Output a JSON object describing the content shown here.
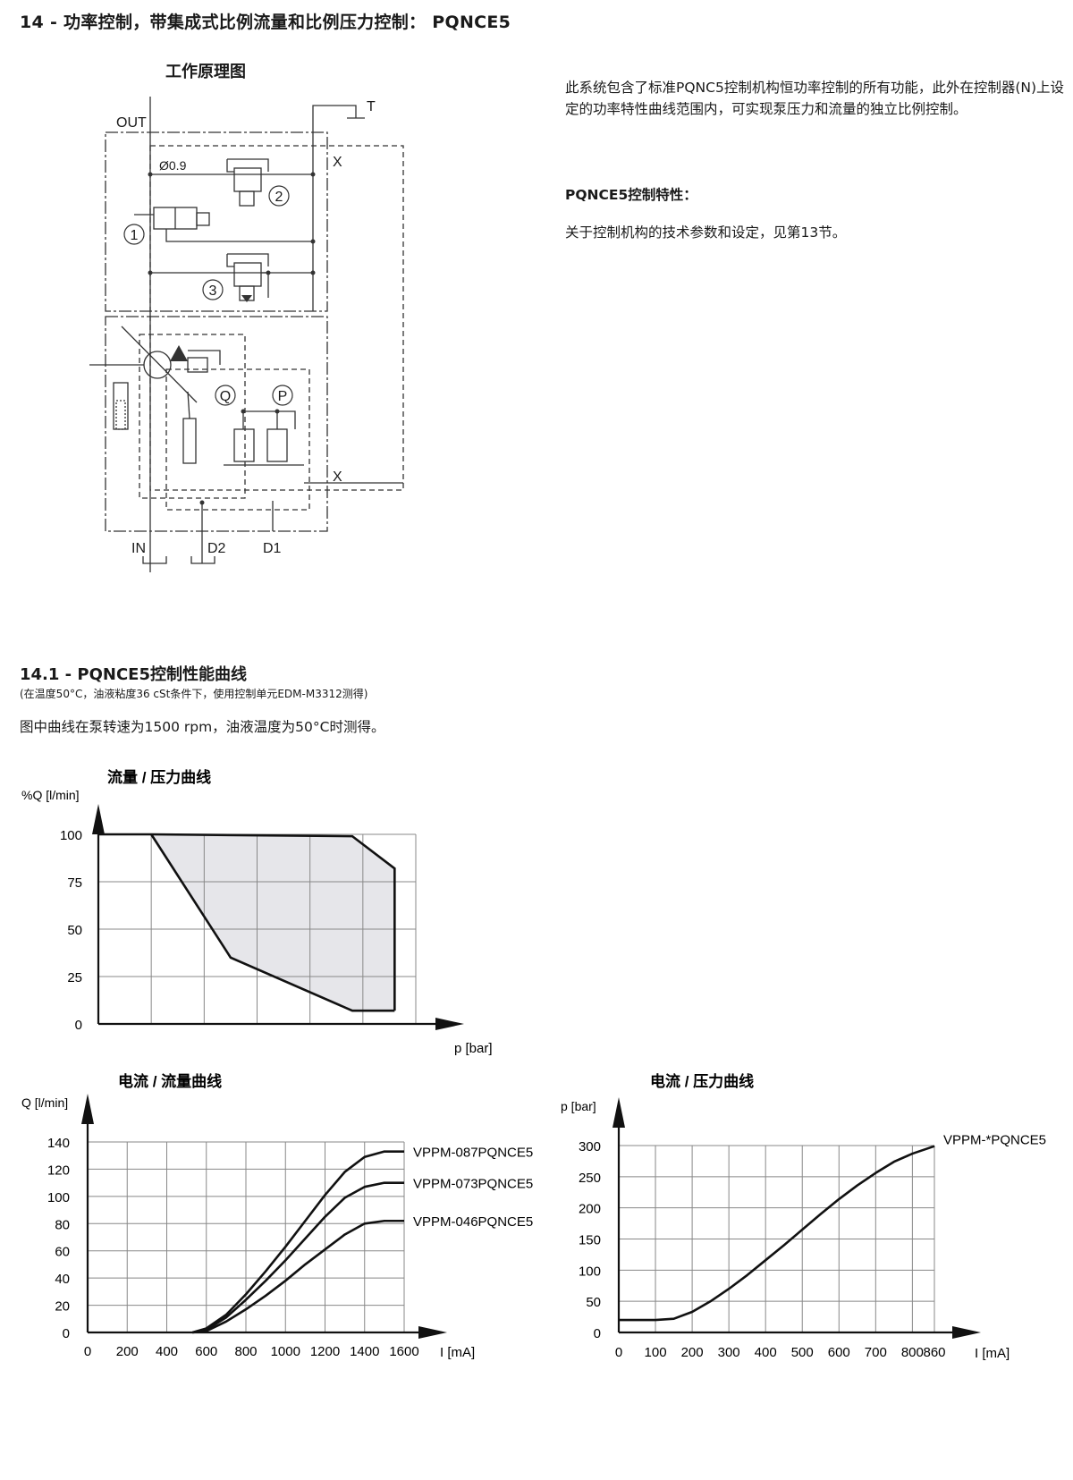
{
  "header": {
    "title": "14 - 功率控制，带集成式比例流量和比例压力控制： PQNCE5"
  },
  "diagram": {
    "title": "工作原理图",
    "labels": {
      "out": "OUT",
      "t": "T",
      "x_top": "X",
      "x_bottom": "X",
      "orifice": "Ø0.9",
      "in": "IN",
      "d2": "D2",
      "d1": "D1",
      "n1": "1",
      "n2": "2",
      "n3": "3",
      "q": "Q",
      "p": "P"
    }
  },
  "description": {
    "text": "此系统包含了标准PQNC5控制机构恒功率控制的所有功能，此外在控制器(N)上设定的功率特性曲线范围内，可实现泵压力和流量的独立比例控制。",
    "features_heading": "PQNCE5控制特性：",
    "features_text": "关于控制机构的技术参数和设定，见第13节。"
  },
  "section": {
    "heading": "14.1 - PQNCE5控制性能曲线",
    "note": "(在温度50°C，油液粘度36 cSt条件下，使用控制单元EDM-M3312测得)",
    "text": "图中曲线在泵转速为1500 rpm，油液温度为50°C时测得。"
  },
  "chart_data": [
    {
      "type": "area",
      "title": "流量 / 压力曲线",
      "ylabel": "%Q [l/min]",
      "xlabel": "p [bar]",
      "ylim": [
        0,
        100
      ],
      "yticks": [
        0,
        25,
        50,
        75,
        100
      ],
      "xgrid_divisions": 6,
      "grid": true,
      "region_outline": {
        "upper": [
          [
            0,
            100
          ],
          [
            1.0,
            100
          ],
          [
            4.8,
            99
          ],
          [
            5.6,
            82
          ],
          [
            5.6,
            7
          ]
        ],
        "lower": [
          [
            1.0,
            100
          ],
          [
            2.5,
            35
          ],
          [
            4.8,
            7
          ],
          [
            5.6,
            7
          ]
        ]
      },
      "fill_color": "#e6e6ea"
    },
    {
      "type": "line",
      "title": "电流 / 流量曲线",
      "ylabel": "Q [l/min]",
      "xlabel": "I [mA]",
      "xlim": [
        0,
        1600
      ],
      "ylim": [
        0,
        140
      ],
      "xticks": [
        0,
        200,
        400,
        600,
        800,
        1000,
        1200,
        1400,
        1600
      ],
      "yticks": [
        0,
        20,
        40,
        60,
        80,
        100,
        120,
        140
      ],
      "grid": true,
      "series": [
        {
          "name": "VPPM-087PQNCE5",
          "x": [
            530,
            600,
            700,
            800,
            900,
            1000,
            1100,
            1200,
            1300,
            1400,
            1500,
            1600
          ],
          "y": [
            0,
            3,
            13,
            28,
            45,
            63,
            82,
            101,
            118,
            129,
            133,
            133
          ]
        },
        {
          "name": "VPPM-073PQNCE5",
          "x": [
            530,
            600,
            700,
            800,
            900,
            1000,
            1100,
            1200,
            1300,
            1400,
            1500,
            1600
          ],
          "y": [
            0,
            2,
            11,
            24,
            38,
            53,
            69,
            85,
            99,
            107,
            110,
            110
          ]
        },
        {
          "name": "VPPM-046PQNCE5",
          "x": [
            530,
            600,
            700,
            800,
            900,
            1000,
            1100,
            1200,
            1300,
            1400,
            1500,
            1600
          ],
          "y": [
            0,
            1,
            8,
            17,
            27,
            38,
            50,
            61,
            72,
            80,
            82,
            82
          ]
        }
      ]
    },
    {
      "type": "line",
      "title": "电流 / 压力曲线",
      "ylabel": "p [bar]",
      "xlabel": "I [mA]",
      "xlim": [
        0,
        860
      ],
      "ylim": [
        0,
        300
      ],
      "xticks": [
        0,
        100,
        200,
        300,
        400,
        500,
        600,
        700,
        800,
        860
      ],
      "yticks": [
        0,
        50,
        100,
        150,
        200,
        250,
        300
      ],
      "grid": true,
      "series": [
        {
          "name": "VPPM-*PQNCE5",
          "x": [
            0,
            50,
            100,
            150,
            200,
            250,
            300,
            350,
            400,
            450,
            500,
            550,
            600,
            650,
            700,
            750,
            800,
            860
          ],
          "y": [
            20,
            20,
            20,
            22,
            33,
            50,
            70,
            92,
            116,
            140,
            165,
            190,
            214,
            236,
            256,
            274,
            287,
            299
          ]
        }
      ]
    }
  ]
}
